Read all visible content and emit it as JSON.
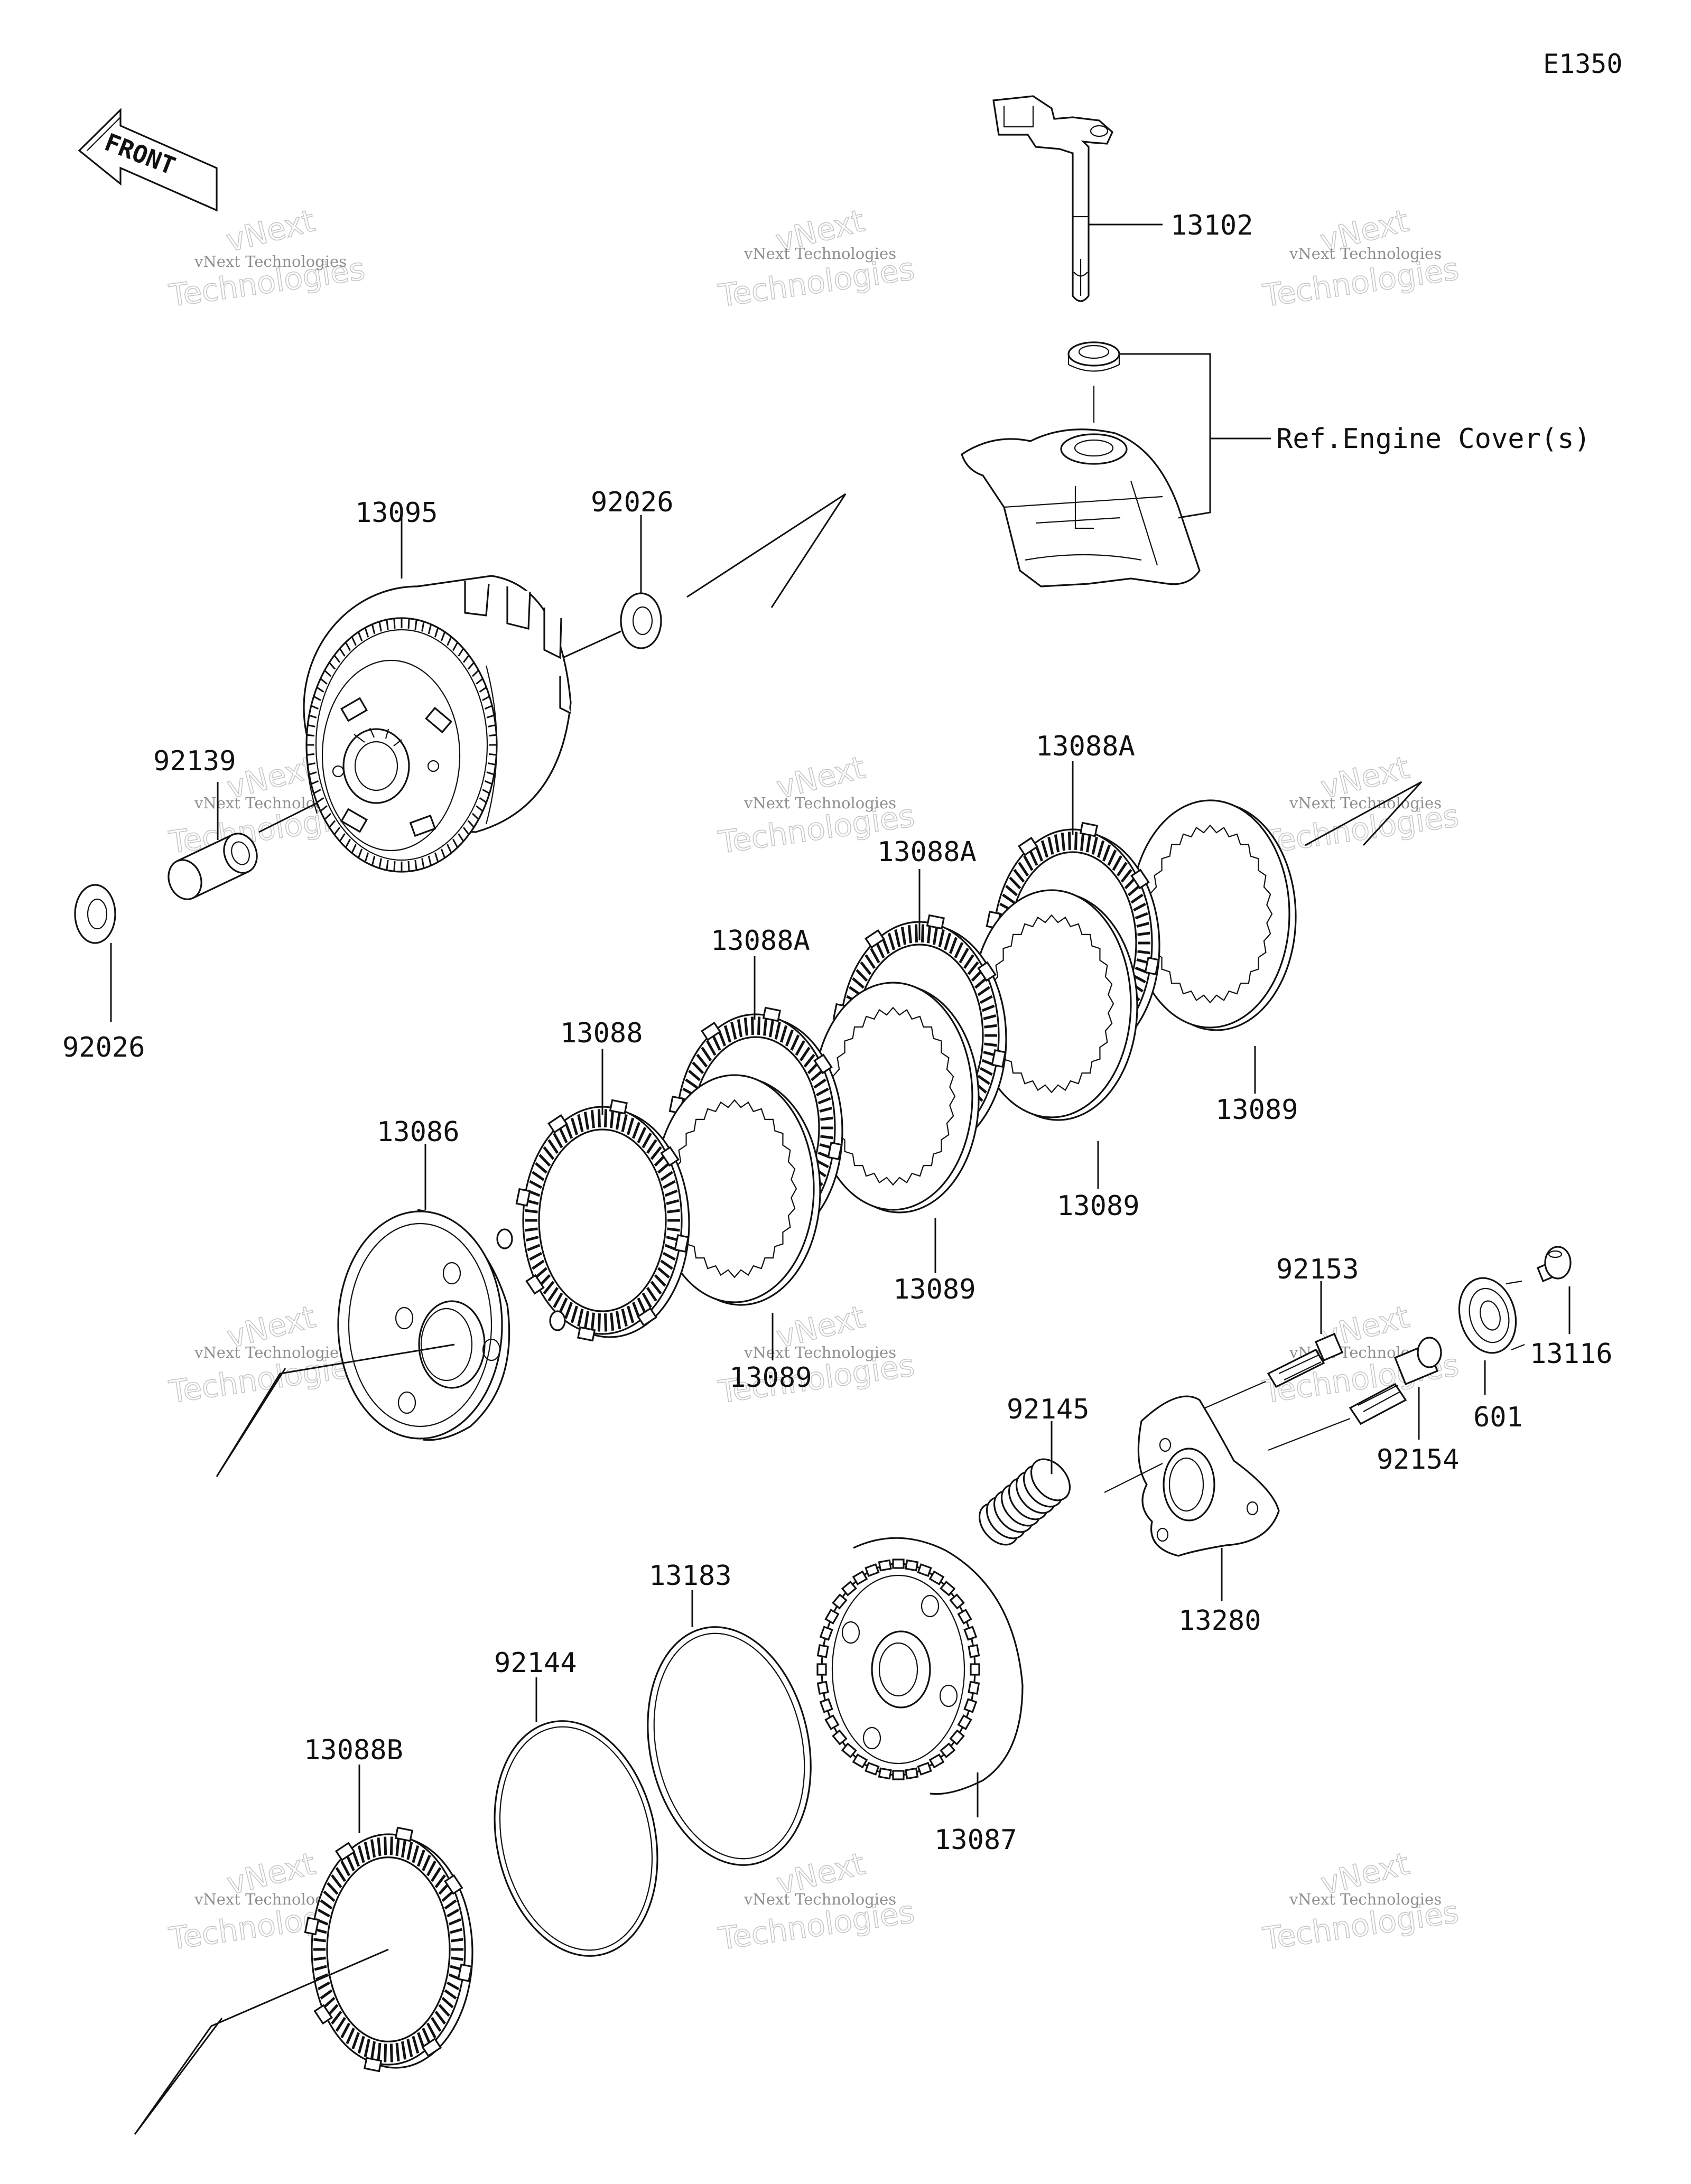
{
  "diagram": {
    "code": "E1350",
    "front_label": "FRONT",
    "reference_label": "Ref.Engine Cover(s)",
    "watermark_small": "vNext Technologies",
    "watermark_large": "vNext Technologies",
    "parts": {
      "p13102": "13102",
      "p13095": "13095",
      "p92026_top": "92026",
      "p92139": "92139",
      "p92026_left": "92026",
      "p13088A_1": "13088A",
      "p13088A_2": "13088A",
      "p13088A_3": "13088A",
      "p13088": "13088",
      "p13086": "13086",
      "p13089_1": "13089",
      "p13089_2": "13089",
      "p13089_3": "13089",
      "p13089_4": "13089",
      "p92153": "92153",
      "p13116": "13116",
      "p601": "601",
      "p92154": "92154",
      "p92145": "92145",
      "p13280": "13280",
      "p13183": "13183",
      "p92144": "92144",
      "p13088B": "13088B",
      "p13087": "13087"
    }
  }
}
